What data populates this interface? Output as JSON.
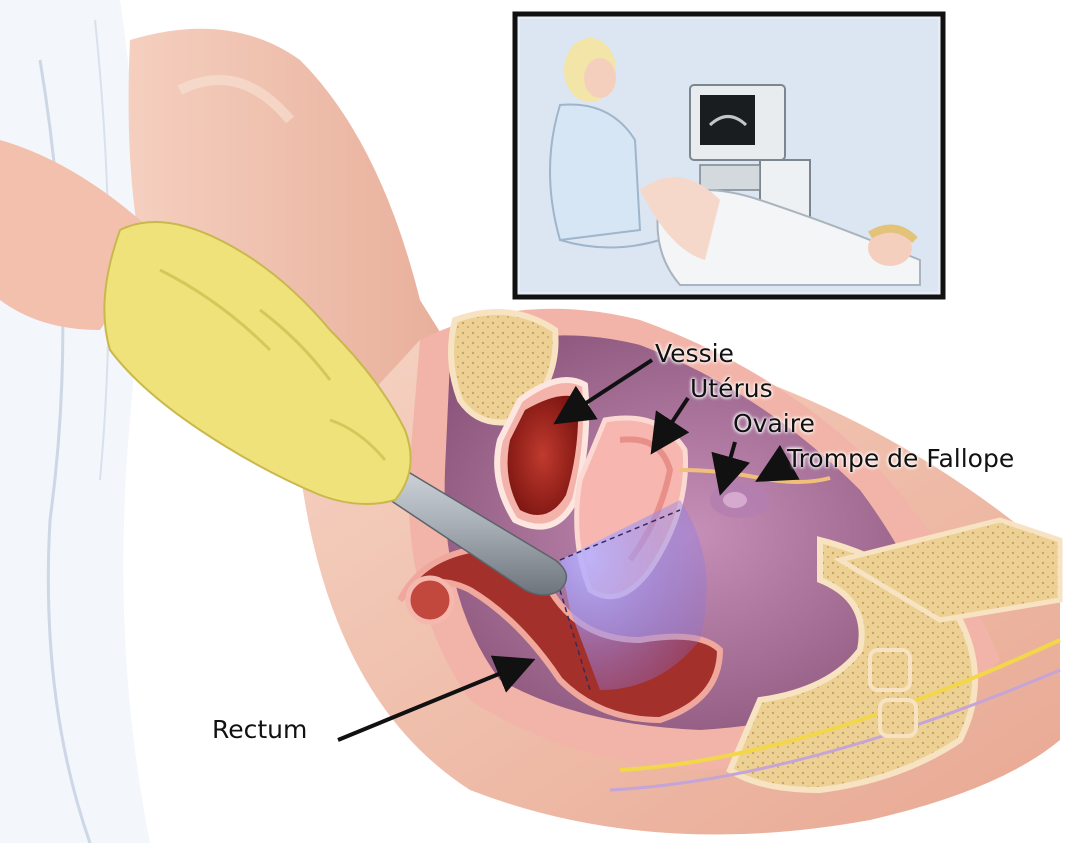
{
  "labels": {
    "bladder": "Vessie",
    "uterus": "Utérus",
    "ovary": "Ovaire",
    "fallopian_tube": "Trompe de Fallope",
    "rectum": "Rectum"
  },
  "colors": {
    "skin": "#f3c6b4",
    "skin_shadow": "#d99a85",
    "glove": "#f0e27a",
    "probe": "#9aa3ad",
    "bone": "#e8c98a",
    "pelvic_cavity": "#a8709a",
    "bladder": "#a8201c",
    "uterus": "#ef9fa0",
    "rectum": "#9c2a2a",
    "ultrasound_beam": "#a89cff",
    "inset_background": "#e6edf6",
    "inset_frame": "#111111"
  },
  "icons": {
    "probe": "ultrasound-probe-icon",
    "monitor": "ultrasound-monitor-icon"
  }
}
